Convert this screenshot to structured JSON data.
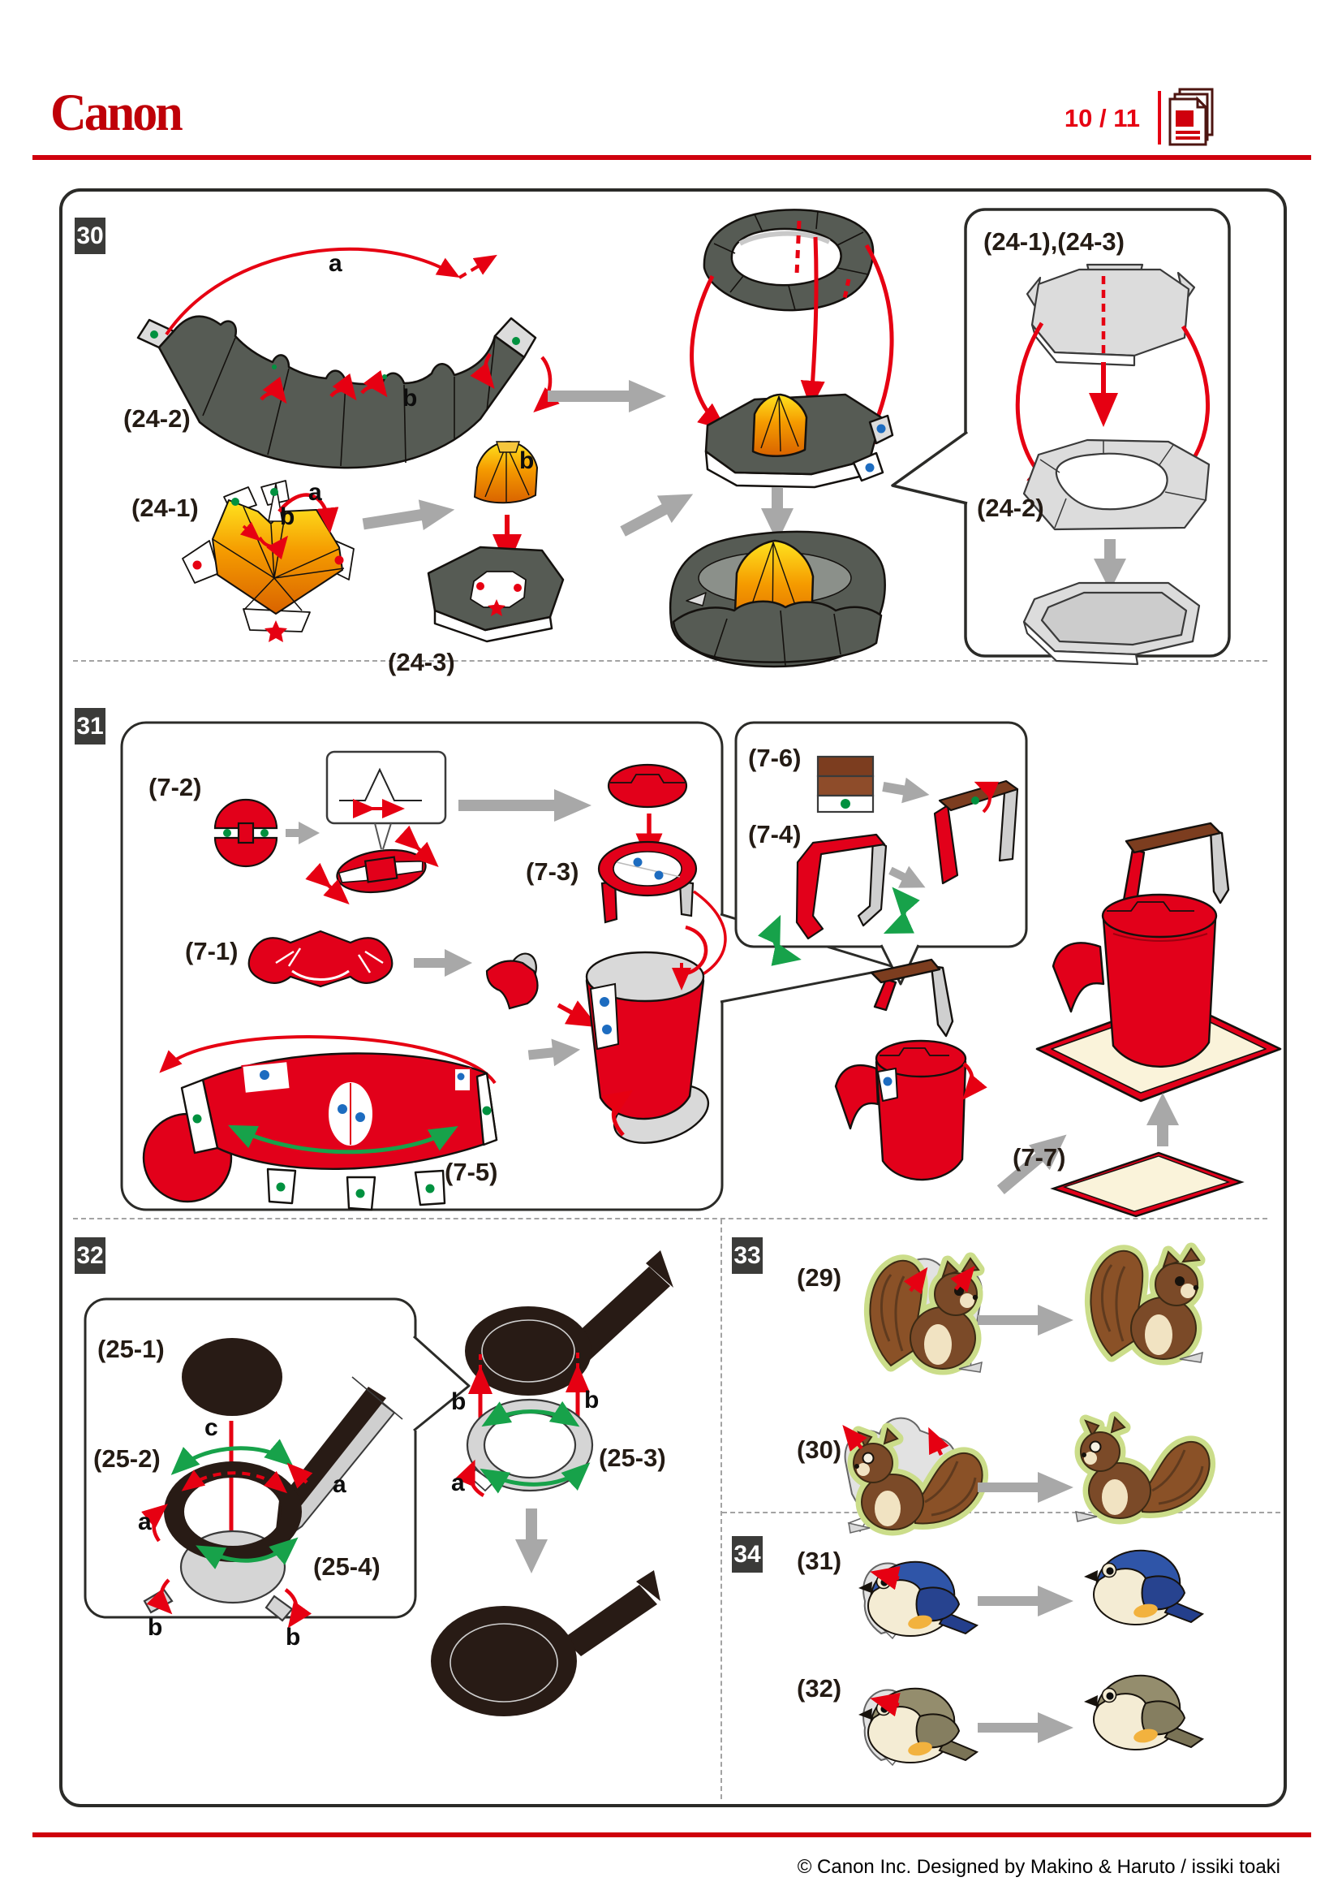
{
  "header": {
    "logo_text": "Canon",
    "page_indicator": "10 / 11",
    "page_icon": "document-pages-icon"
  },
  "footer": {
    "copyright": "© Canon Inc. Designed by Makino & Haruto / issiki toaki"
  },
  "colors": {
    "canon_red": "#bf0008",
    "accent_red": "#e60012",
    "rock_gray": "#565b54",
    "light_piece_gray": "#dcdcdc",
    "flame_orange": "#e06a00",
    "flame_yellow": "#ffe41f",
    "kettle_red": "#e2001a",
    "handle_brown": "#7c3d1f",
    "mat_cream": "#faf3da",
    "pan_black": "#281b15",
    "green_arrow": "#17a24a",
    "green_dot": "#00913f",
    "blue_dot": "#1d6cc0",
    "arrow_gray": "#a8a8a8",
    "step_box": "#3b3b39"
  },
  "steps": {
    "s30": {
      "number": "30",
      "part_24_2": "(24-2)",
      "part_24_1": "(24-1)",
      "part_24_3": "(24-3)",
      "callout_title": "(24-1),(24-3)",
      "callout_part": "(24-2)",
      "tab_a_top": "a",
      "tab_b_mid": "b",
      "tab_b_right": "b",
      "tab_a_flame": "a",
      "tab_b_flame": "b"
    },
    "s31": {
      "number": "31",
      "part_7_2": "(7-2)",
      "part_7_3": "(7-3)",
      "part_7_1": "(7-1)",
      "part_7_5": "(7-5)",
      "part_7_6": "(7-6)",
      "part_7_4": "(7-4)",
      "part_7_7": "(7-7)"
    },
    "s32": {
      "number": "32",
      "part_25_1": "(25-1)",
      "part_25_2": "(25-2)",
      "part_25_3": "(25-3)",
      "part_25_4": "(25-4)",
      "tab_c": "c",
      "tab_a_handle": "a",
      "tab_a_left": "a",
      "tab_b_left": "b",
      "tab_b_right": "b",
      "tab_b_up_left": "b",
      "tab_b_up_right": "b",
      "tab_a_ring": "a"
    },
    "s33": {
      "number": "33",
      "part_29": "(29)",
      "part_30": "(30)"
    },
    "s34": {
      "number": "34",
      "part_31": "(31)",
      "part_32": "(32)"
    }
  }
}
